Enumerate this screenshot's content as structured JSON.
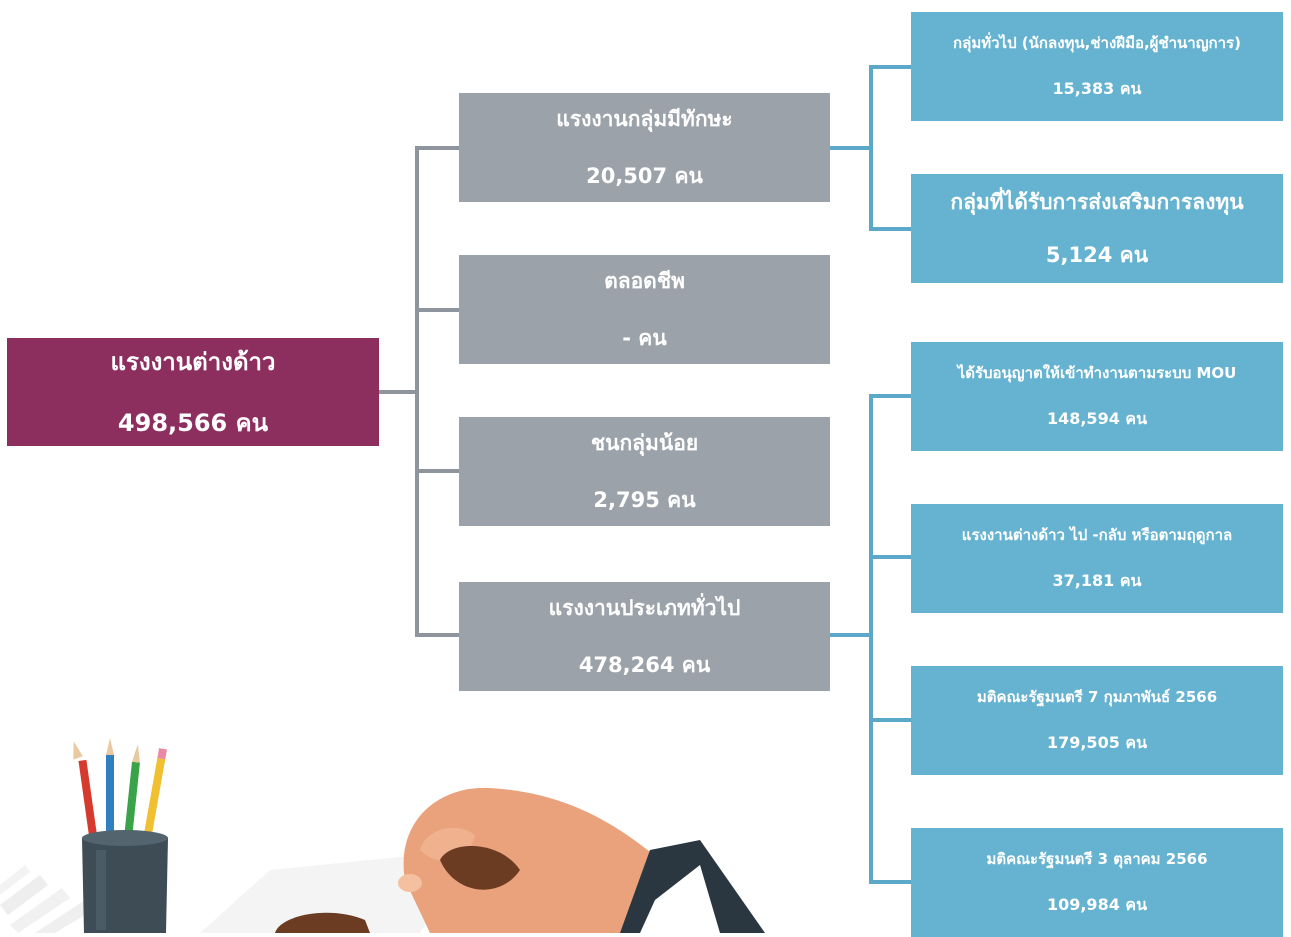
{
  "root": {
    "title": "แรงงานต่างด้าว",
    "count": "498,566 คน"
  },
  "categories": [
    {
      "title": "แรงงานกลุ่มมีทักษะ",
      "count": "20,507 คน"
    },
    {
      "title": "ตลอดชีพ",
      "count": "- คน"
    },
    {
      "title": "ชนกลุ่มน้อย",
      "count": "2,795 คน"
    },
    {
      "title": "แรงงานประเภททั่วไป",
      "count": "478,264 คน"
    }
  ],
  "skilled_breakdown": [
    {
      "title": "กลุ่มทั่วไป (นักลงทุน,ช่างฝีมือ,ผู้ชำนาญการ)",
      "count": "15,383 คน"
    },
    {
      "title": "กลุ่มที่ได้รับการส่งเสริมการลงทุน",
      "count": "5,124 คน"
    }
  ],
  "general_breakdown": [
    {
      "title": "ได้รับอนุญาตให้เข้าทำงานตามระบบ MOU",
      "count": "148,594 คน"
    },
    {
      "title": "แรงงานต่างด้าว ไป -กลับ หรือตามฤดูกาล",
      "count": "37,181 คน"
    },
    {
      "title": "มติคณะรัฐมนตรี 7 กุมภาพันธ์ 2566",
      "count": "179,505 คน"
    },
    {
      "title": "มติคณะรัฐมนตรี 3 ตุลาคม 2566",
      "count": "109,984 คน"
    }
  ],
  "colors": {
    "root": "#8c2f5f",
    "category": "#9ca2a9",
    "leaf": "#66b3d1",
    "connector_gray": "#8f959c",
    "connector_blue": "#5ba8c8"
  },
  "decor_icons": [
    "pencil-cup-icon",
    "hand-stamp-icon"
  ]
}
